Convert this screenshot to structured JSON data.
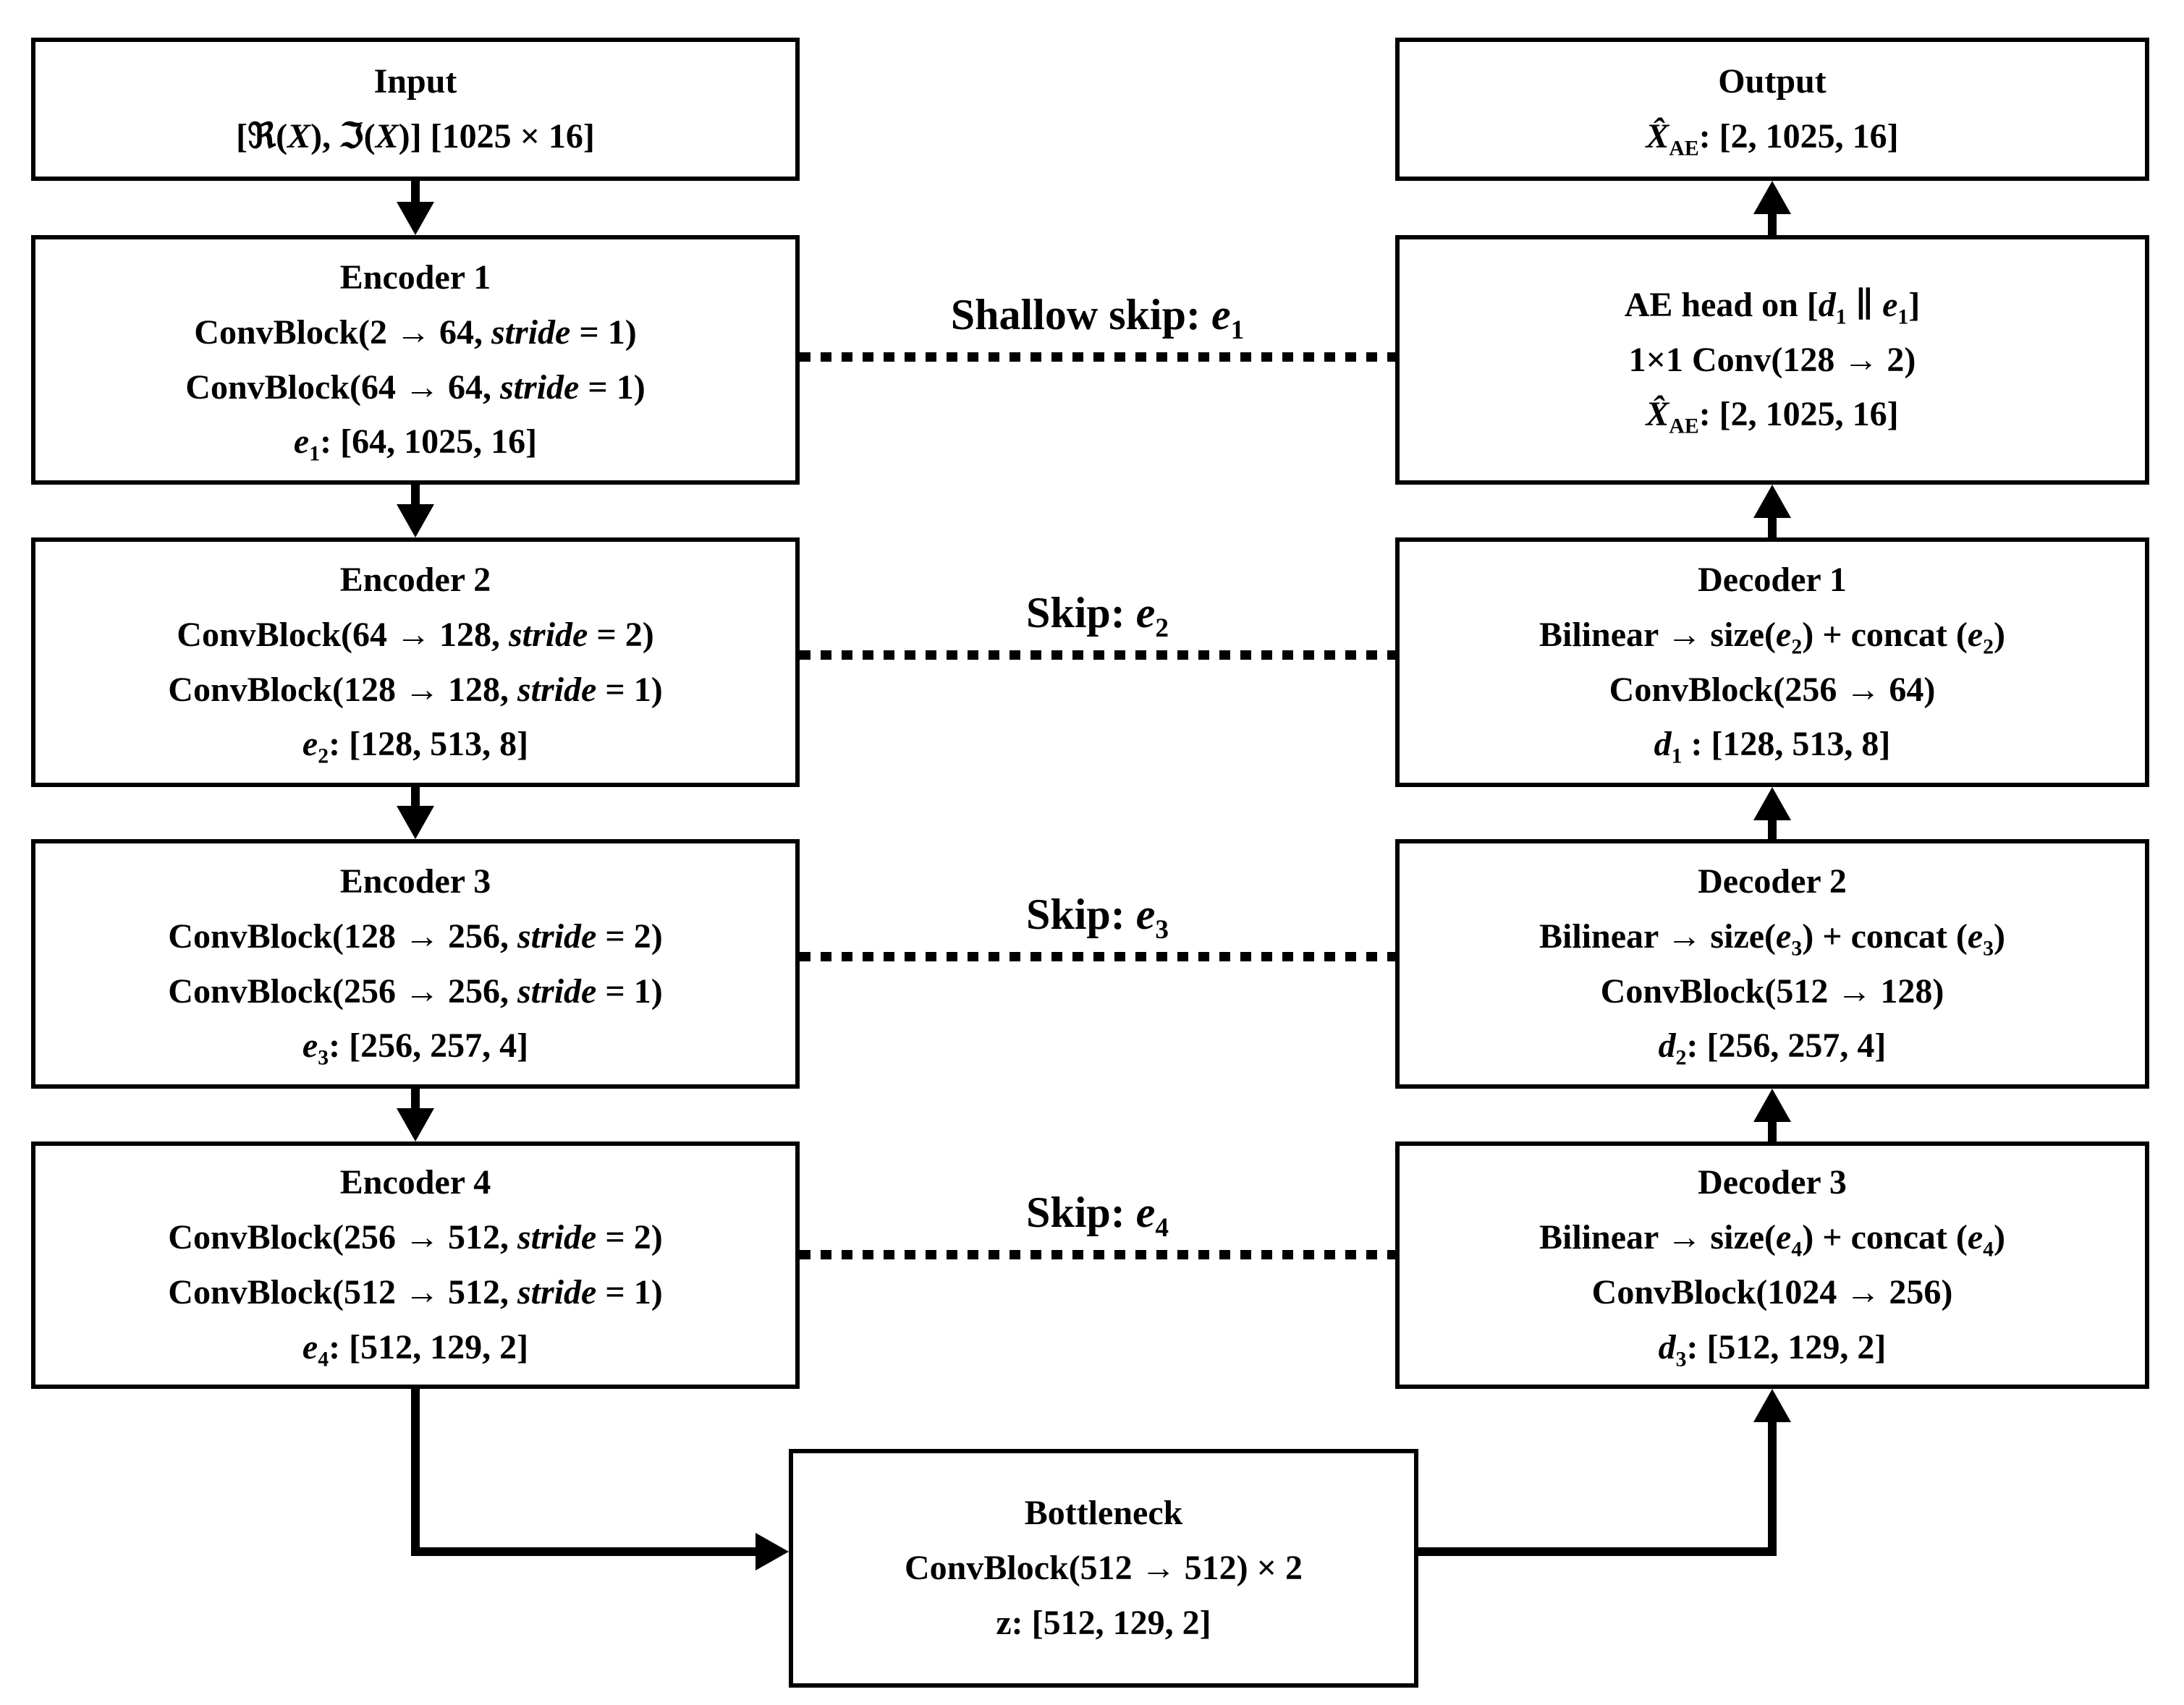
{
  "colors": {
    "ink": "#000000",
    "background": "#ffffff"
  },
  "boxes": {
    "input": {
      "lines": [
        "Input",
        "[ℜ(*X*), ℑ(*X*)] [1025 × 16]"
      ]
    },
    "encoder1": {
      "lines": [
        "Encoder 1",
        "ConvBlock(2 → 64, *stride* = 1)",
        "ConvBlock(64 → 64, *stride* = 1)",
        "*e*~1~: [64, 1025, 16]"
      ]
    },
    "encoder2": {
      "lines": [
        "Encoder 2",
        "ConvBlock(64 → 128, *stride* = 2)",
        "ConvBlock(128 → 128, *stride* = 1)",
        "*e*~2~: [128, 513, 8]"
      ]
    },
    "encoder3": {
      "lines": [
        "Encoder 3",
        "ConvBlock(128 → 256, *stride* = 2)",
        "ConvBlock(256 → 256, *stride* = 1)",
        "*e*~3~: [256, 257, 4]"
      ]
    },
    "encoder4": {
      "lines": [
        "Encoder 4",
        "ConvBlock(256 → 512, *stride* = 2)",
        "ConvBlock(512 → 512, *stride* = 1)",
        "*e*~4~: [512, 129, 2]"
      ]
    },
    "bottleneck": {
      "lines": [
        "Bottleneck",
        "ConvBlock(512 → 512) × 2",
        "z: [512, 129, 2]"
      ]
    },
    "output": {
      "lines": [
        "Output",
        "*X̂*~AE~: [2, 1025, 16]"
      ]
    },
    "ae_head": {
      "lines": [
        "AE head on [*d*~1~ ∥ *e*~1~]",
        "1×1 Conv(128 → 2)",
        "*X̂*~AE~: [2, 1025, 16]"
      ]
    },
    "decoder1": {
      "lines": [
        "Decoder 1",
        "Bilinear → size(*e*~2~) + concat (*e*~2~)",
        "ConvBlock(256 → 64)",
        "*d*~1~ : [128, 513, 8]"
      ]
    },
    "decoder2": {
      "lines": [
        "Decoder 2",
        "Bilinear → size(*e*~3~) + concat (*e*~3~)",
        "ConvBlock(512 → 128)",
        "*d*~2~: [256, 257, 4]"
      ]
    },
    "decoder3": {
      "lines": [
        "Decoder 3",
        "Bilinear → size(*e*~4~) + concat (*e*~4~)",
        "ConvBlock(1024 → 256)",
        "*d*~3~: [512, 129, 2]"
      ]
    }
  },
  "skip_labels": {
    "skip1": "Shallow skip: *e*~1~",
    "skip2": "Skip: *e*~2~",
    "skip3": "Skip: *e*~3~",
    "skip4": "Skip: *e*~4~"
  }
}
